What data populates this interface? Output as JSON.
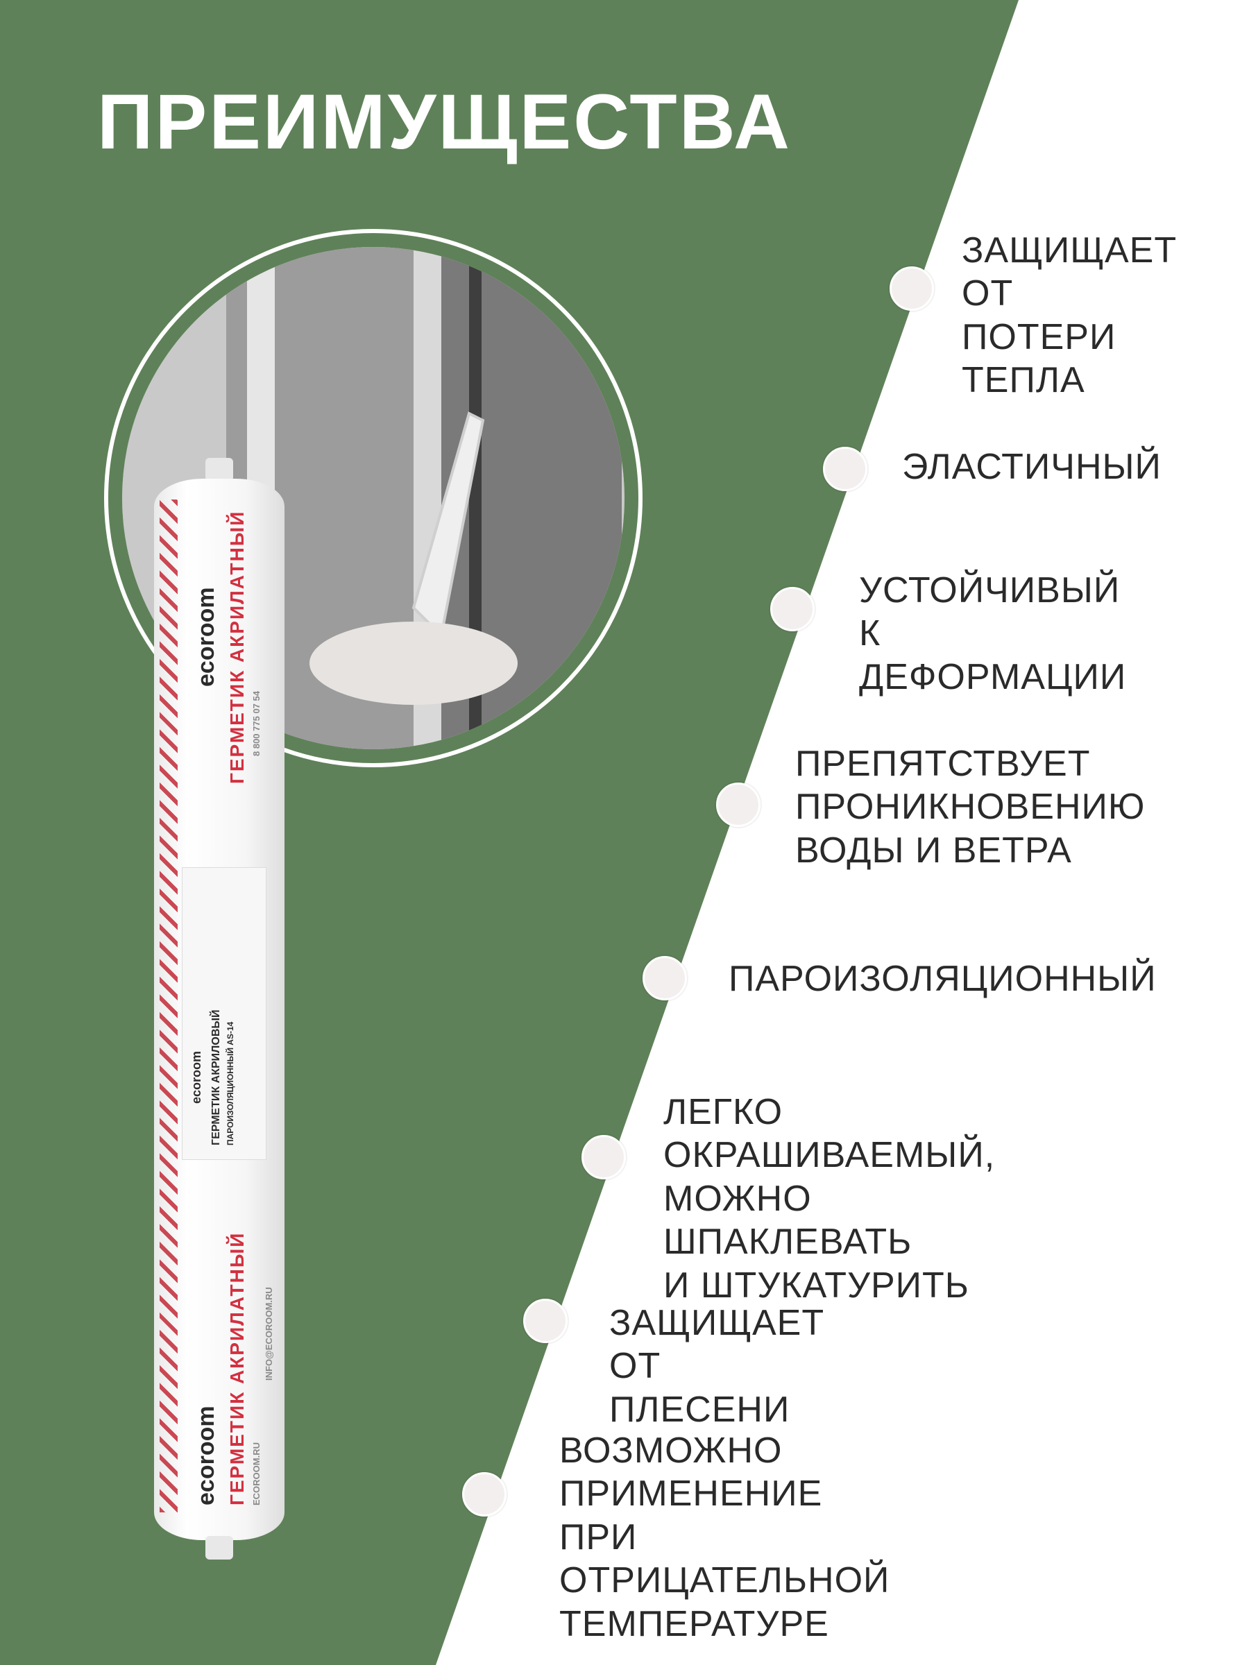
{
  "header": {
    "title": "ПРЕИМУЩЕСТВА"
  },
  "colors": {
    "green": "#5f8159",
    "white": "#ffffff",
    "text": "#2a2a2a",
    "brand_red": "#d33040"
  },
  "features": [
    {
      "text": "ЗАЩИЩАЕТ\nОТ ПОТЕРИ\nТЕПЛА"
    },
    {
      "text": "ЭЛАСТИЧНЫЙ"
    },
    {
      "text": "УСТОЙЧИВЫЙ\nК ДЕФОРМАЦИИ"
    },
    {
      "text": "ПРЕПЯТСТВУЕТ\nПРОНИКНОВЕНИЮ\nВОДЫ И ВЕТРА"
    },
    {
      "text": "ПАРОИЗОЛЯЦИОННЫЙ"
    },
    {
      "text": "ЛЕГКО ОКРАШИВАЕМЫЙ,\nМОЖНО ШПАКЛЕВАТЬ\nИ ШТУКАТУРИТЬ"
    },
    {
      "text": "ЗАЩИЩАЕТ ОТ ПЛЕСЕНИ"
    },
    {
      "text": "ВОЗМОЖНО ПРИМЕНЕНИЕ\nПРИ ОТРИЦАТЕЛЬНОЙ\nТЕМПЕРАТУРЕ"
    }
  ],
  "product": {
    "brand": "ecoroom",
    "name_line": "ГЕРМЕТИК АКРИЛАТНЫЙ",
    "website": "ECOROOM.RU",
    "email": "INFO@ECOROOM.RU",
    "phone": "8 800 775 07 54",
    "label_title": "ГЕРМЕТИК АКРИЛОВЫЙ",
    "label_subtitle": "ПАРОИЗОЛЯЦИОННЫЙ АS-14"
  }
}
